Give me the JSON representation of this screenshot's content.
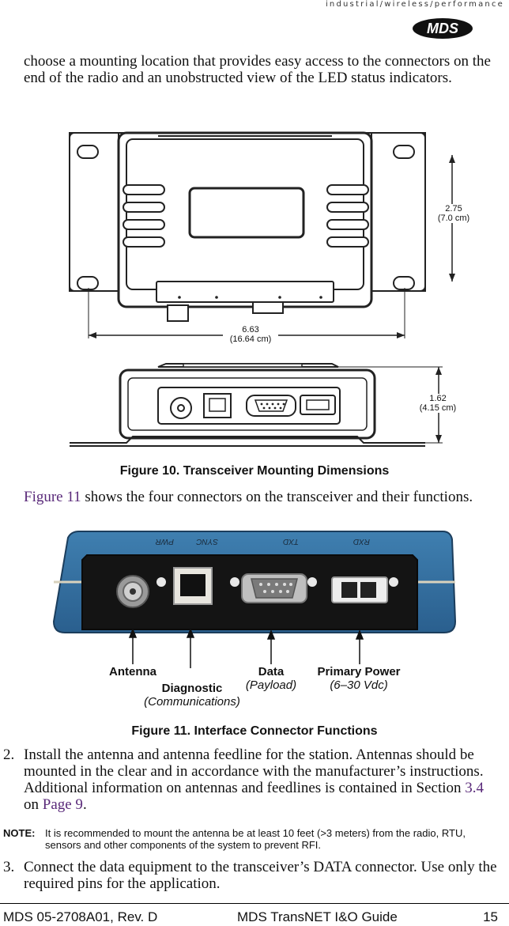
{
  "header": {
    "tagline": "industrial/wireless/performance",
    "logo_text": "MDS"
  },
  "intro_text": "choose a mounting location that provides easy access to the connectors on the end of the radio and an unobstructed view of the LED status indicators.",
  "figure10": {
    "dim_height": "2.75",
    "dim_height_cm": "(7.0 cm)",
    "dim_width": "6.63",
    "dim_width_cm": "(16.64 cm)",
    "dim_depth": "1.62",
    "dim_depth_cm": "(4.15 cm)",
    "caption": "Figure 10. Transceiver Mounting Dimensions"
  },
  "fig11_ref": {
    "link": "Figure 11",
    "text": " shows the four connectors on the transceiver and their functions."
  },
  "figure11": {
    "panel_labels": [
      "PWR",
      "SYNC",
      "TXD",
      "RXD"
    ],
    "antenna": "Antenna",
    "diagnostic": "Diagnostic",
    "diagnostic_sub": "(Communications)",
    "data": "Data",
    "data_sub": "(Payload)",
    "power": "Primary Power",
    "power_sub": "(6–30 Vdc)",
    "caption": "Figure 11. Interface Connector Functions"
  },
  "step2": {
    "num": "2.",
    "text": "Install the antenna and antenna feedline for the station. Antennas should be mounted in the clear and in accordance with the manufacturer’s instructions. Additional information on antennas and feedlines is contained in Section ",
    "section_link": "3.4",
    "on": " on ",
    "page_link": "Page 9",
    "end": "."
  },
  "note": {
    "label": "NOTE:",
    "text": "It is recommended to mount the antenna be at least 10 feet (>3 meters) from the radio, RTU, sensors and other components of the system to prevent RFI."
  },
  "step3": {
    "num": "3.",
    "text": "Connect the data equipment to the transceiver’s DATA connector. Use only the required pins for the application."
  },
  "footer": {
    "doc_id": "MDS 05-2708A01, Rev.  D",
    "guide": "MDS TransNET I&O Guide",
    "page": "15"
  }
}
